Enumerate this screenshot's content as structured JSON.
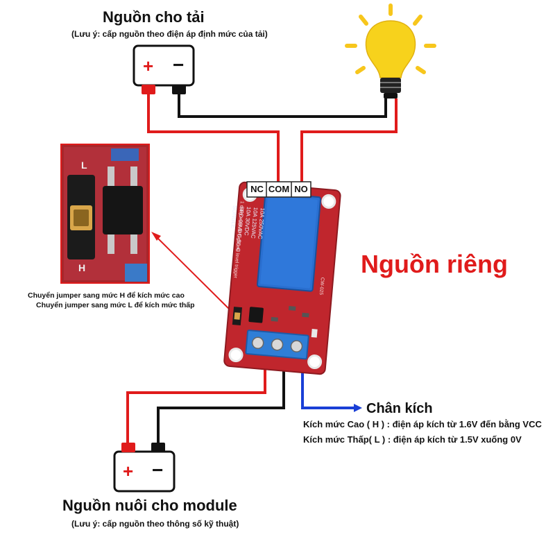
{
  "load_supply": {
    "title": "Nguồn cho tải",
    "note": "(Lưu ý: cấp nguồn theo điện áp định mức của tải)",
    "plus": "+",
    "minus": "−"
  },
  "separate_supply": {
    "title": "Nguồn riêng"
  },
  "jumper": {
    "line1": "Chuyển jumper sang mức H để kích mức cao",
    "line2": "Chuyển jumper sang mức L để kích mức thấp",
    "label_l": "L",
    "label_h": "H"
  },
  "relay": {
    "terminals": [
      "NC",
      "COM",
      "NO"
    ],
    "relay_text": [
      "10A 250VAC",
      "10A 125VAC",
      "10A 30VDC",
      "SRD-05VDC-SL-C",
      "SONGLE"
    ],
    "pcb_text": "1 relay module high/low level trigger",
    "pcb_label_model": "CW-025"
  },
  "trigger": {
    "title": "Chân kích",
    "high": "Kích mức Cao ( H ) : điện áp kích từ 1.6V đến bằng VCC",
    "low": "Kích mức Thấp( L ) : điện áp kích từ 1.5V xuống 0V"
  },
  "module_supply": {
    "title": "Nguồn nuôi cho module",
    "note": "(Lưu ý: cấp nguồn theo thông số kỹ thuật)",
    "plus": "+",
    "minus": "−"
  },
  "colors": {
    "wire_red": "#e01b1b",
    "wire_black": "#111111",
    "wire_blue": "#1a3fd6",
    "pcb_red": "#c0262d",
    "relay_blue": "#2a6fd0",
    "terminal_blue": "#2f7ed6",
    "bulb_yellow": "#f7d21c"
  }
}
